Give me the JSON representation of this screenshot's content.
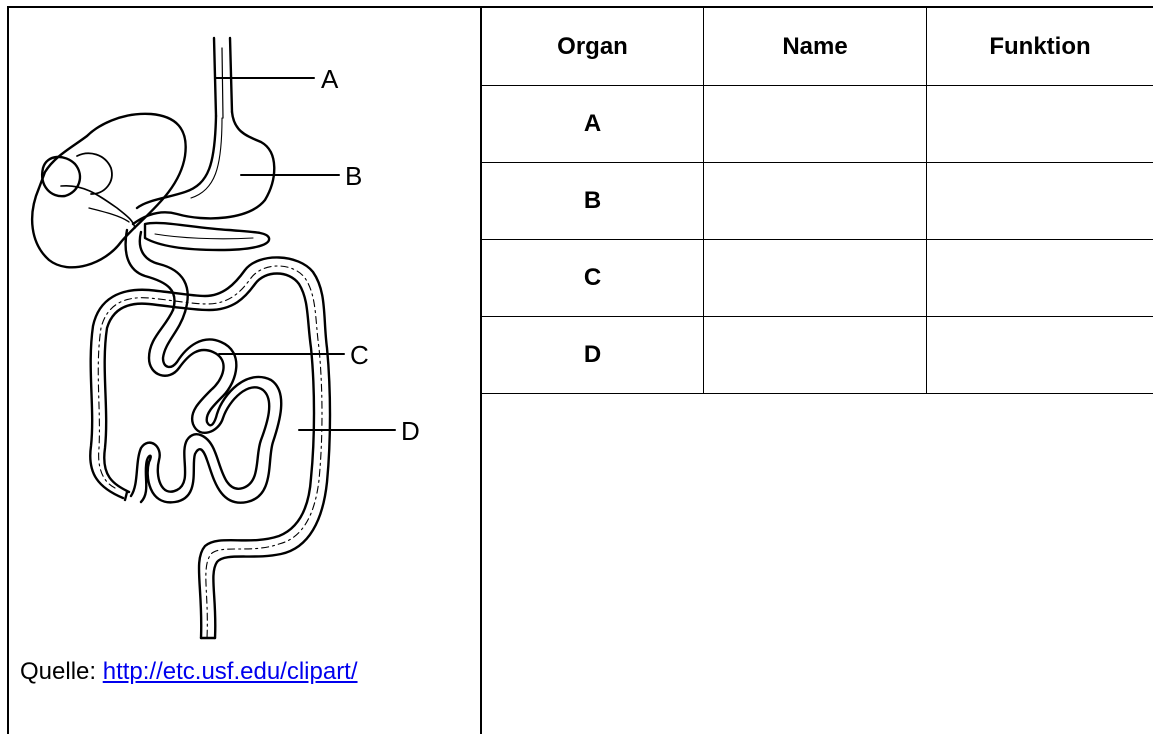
{
  "diagram": {
    "labels": {
      "a": "A",
      "b": "B",
      "c": "C",
      "d": "D"
    }
  },
  "source": {
    "prefix": "Quelle: ",
    "link_text": "http://etc.usf.edu/clipart/"
  },
  "table": {
    "headers": [
      "Organ",
      "Name",
      "Funktion"
    ],
    "rows": [
      {
        "organ": "A",
        "name": "",
        "funktion": ""
      },
      {
        "organ": "B",
        "name": "",
        "funktion": ""
      },
      {
        "organ": "C",
        "name": "",
        "funktion": ""
      },
      {
        "organ": "D",
        "name": "",
        "funktion": ""
      }
    ]
  }
}
